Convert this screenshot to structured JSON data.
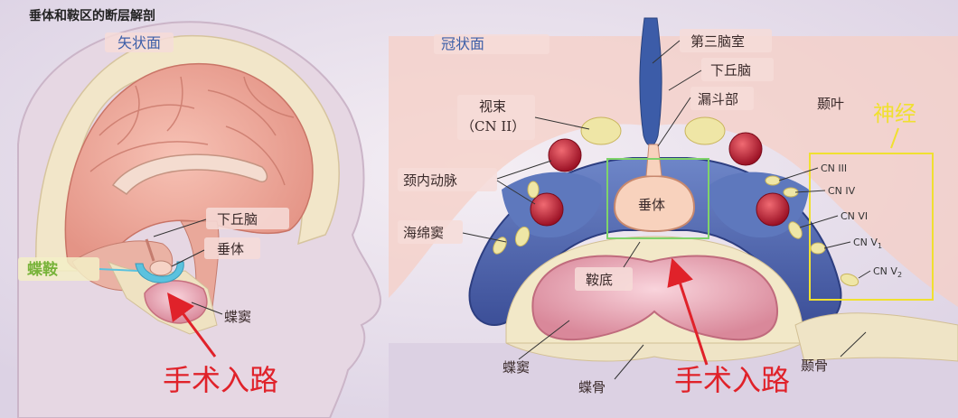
{
  "title": "垂体和鞍区的断层解剖",
  "sagittal": {
    "view_label": "矢状面",
    "hypothalamus": "下丘脑",
    "pituitary": "垂体",
    "sella": "蝶鞍",
    "sphenoid_sinus": "蝶窦",
    "route": "手术入路"
  },
  "coronal": {
    "view_label": "冠状面",
    "third_ventricle": "第三脑室",
    "hypothalamus": "下丘脑",
    "infundibulum": "漏斗部",
    "temporal_lobe": "颞叶",
    "optic_chiasm_line1": "视束",
    "optic_chiasm_line2": "（CN II）",
    "internal_carotid": "颈内动脉",
    "cavernous_sinus": "海绵窦",
    "pituitary": "垂体",
    "sellar_floor": "鞍底",
    "sphenoid_sinus": "蝶窦",
    "sphenoid_bone": "蝶骨",
    "temporal_bone": "颞骨",
    "route": "手术入路",
    "nerves_label": "神经",
    "nerves": [
      {
        "name": "CN III",
        "sub": ""
      },
      {
        "name": "CN IV",
        "sub": ""
      },
      {
        "name": "CN VI",
        "sub": ""
      },
      {
        "name": "CN V",
        "sub": "1"
      },
      {
        "name": "CN V",
        "sub": "2"
      }
    ]
  },
  "colors": {
    "route_red": "#e0222a",
    "highlight_green": "#7fd36a",
    "highlight_yellow": "#f0e030",
    "view_blue": "#3d5fa8"
  }
}
